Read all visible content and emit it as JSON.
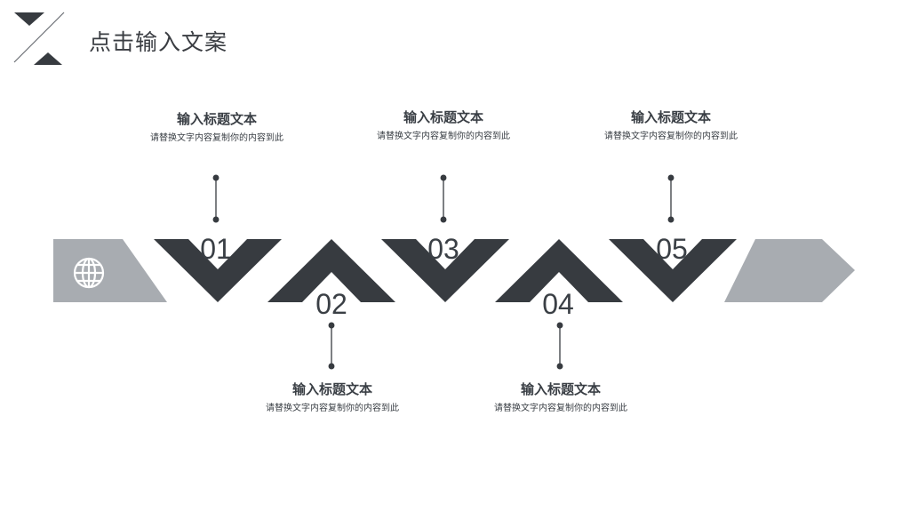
{
  "header": {
    "title": "点击输入文案"
  },
  "colors": {
    "dark": "#373b40",
    "gray": "#a8acb1",
    "text": "#3a3f45"
  },
  "steps": [
    {
      "number": "01",
      "title": "输入标题文本",
      "desc": "请替换文字内容复制你的内容到此"
    },
    {
      "number": "02",
      "title": "输入标题文本",
      "desc": "请替换文字内容复制你的内容到此"
    },
    {
      "number": "03",
      "title": "输入标题文本",
      "desc": "请替换文字内容复制你的内容到此"
    },
    {
      "number": "04",
      "title": "输入标题文本",
      "desc": "请替换文字内容复制你的内容到此"
    },
    {
      "number": "05",
      "title": "输入标题文本",
      "desc": "请替换文字内容复制你的内容到此"
    }
  ],
  "icons": {
    "start": "globe-icon",
    "logo": "triangle-logo-icon"
  }
}
